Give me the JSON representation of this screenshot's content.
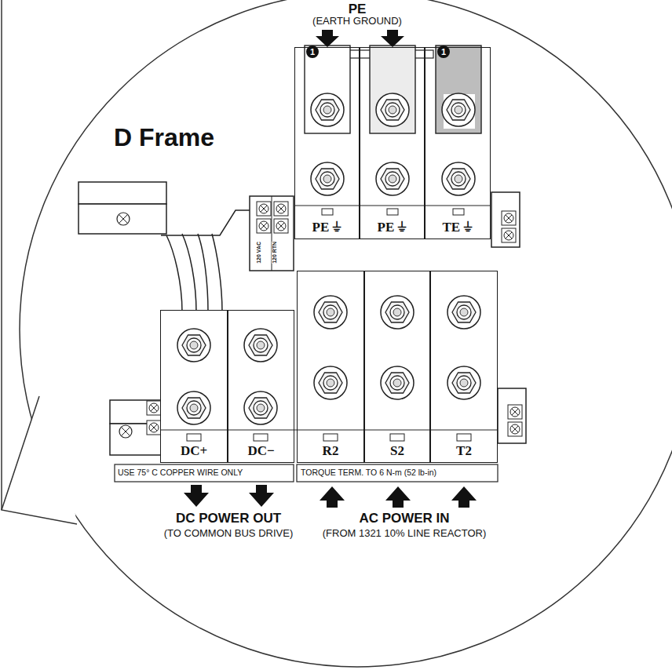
{
  "diagram": {
    "title": "D Frame",
    "nodes": [
      {
        "text": [
          "PE ⏚"
        ]
      },
      {
        "text": [
          "PE ⏚"
        ]
      },
      {
        "text": [
          "TE ⏚"
        ]
      },
      {
        "text": [
          "DC+"
        ]
      },
      {
        "text": [
          "DC−"
        ]
      },
      {
        "text": [
          "R2"
        ]
      },
      {
        "text": [
          "S2"
        ]
      },
      {
        "text": [
          "T2"
        ]
      }
    ],
    "labels": [
      "PE",
      "(EARTH GROUND)",
      "1",
      "1",
      "120 VAC",
      "120 RTN",
      "USE 75° C COPPER WIRE ONLY",
      "TORQUE TERM. TO 6 N-m (52 lb-in)",
      "DC POWER OUT",
      "(TO COMMON BUS DRIVE)",
      "AC POWER IN",
      "(FROM 1321 10% LINE REACTOR)"
    ]
  }
}
